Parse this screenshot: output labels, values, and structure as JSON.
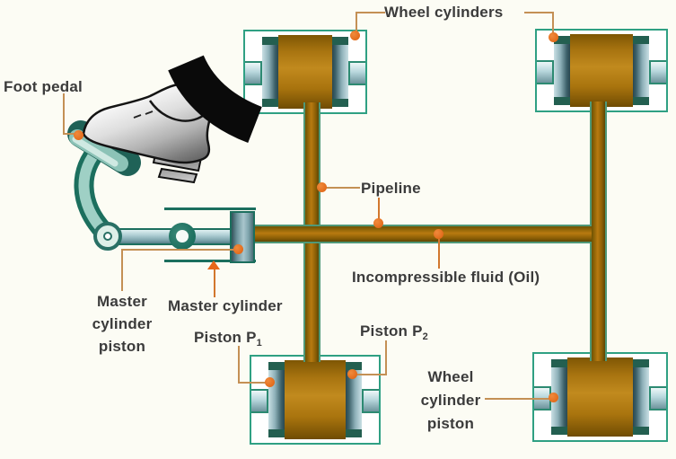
{
  "diagram": {
    "title": "Hydraulic brake system diagram",
    "colors": {
      "background": "#fcfcf4",
      "accent_dot": "#e8671b",
      "connector_tan": "#c49055",
      "connector_orange": "#d2772e",
      "pipe_brown": "#b87a10",
      "teal_outline": "#2fa083",
      "label_text": "#3b3b3b"
    },
    "labels": {
      "foot_pedal": "Foot pedal",
      "wheel_cylinders": "Wheel cylinders",
      "pipeline": "Pipeline",
      "incompressible_fluid": "Incompressible fluid (Oil)",
      "master_cylinder": "Master cylinder",
      "master_cylinder_piston": {
        "line1": "Master",
        "line2": "cylinder",
        "line3": "piston"
      },
      "piston_p1": {
        "text": "Piston P",
        "sub": "1"
      },
      "piston_p2": {
        "text": "Piston P",
        "sub": "2"
      },
      "wheel_cylinder_piston": {
        "line1": "Wheel",
        "line2": "cylinder",
        "line3": "piston"
      }
    }
  }
}
